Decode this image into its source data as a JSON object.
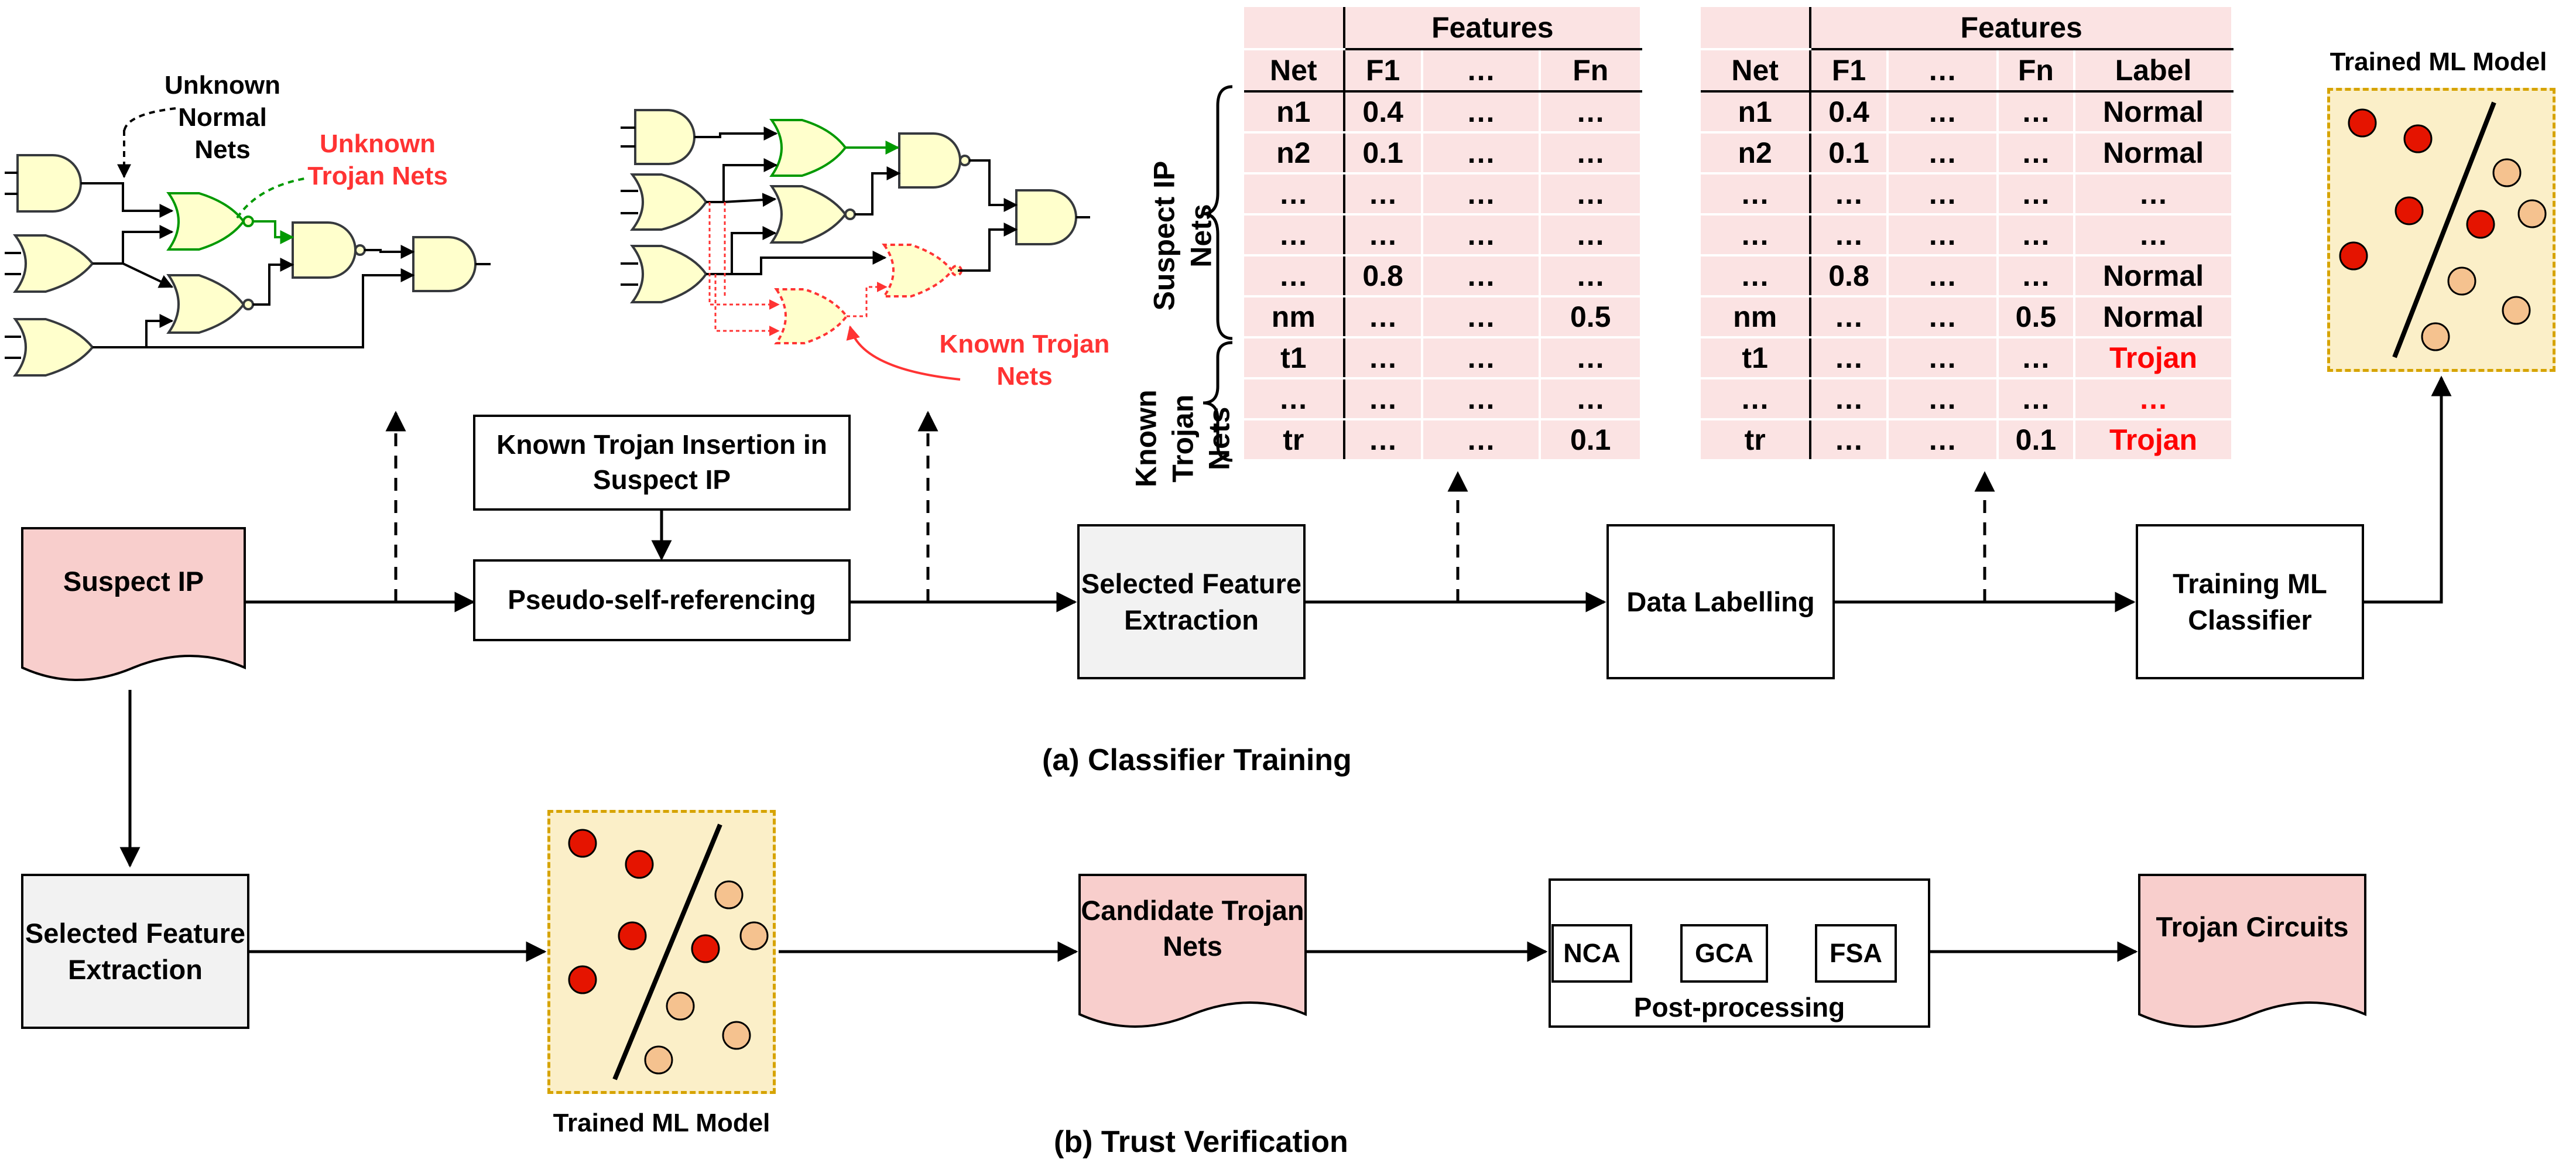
{
  "sections": {
    "training_caption": "(a) Classifier Training",
    "verification_caption": "(b) Trust Verification"
  },
  "nodes": {
    "suspect_ip": "Suspect IP",
    "known_trojan_insertion": "Known Trojan Insertion in Suspect IP",
    "pseudo_self_referencing": "Pseudo-self-referencing",
    "selected_feature_extraction_a": "Selected Feature Extraction",
    "data_labelling": "Data Labelling",
    "training_ml_classifier": "Training ML Classifier",
    "selected_feature_extraction_b": "Selected Feature Extraction",
    "candidate_trojan_nets": "Candidate Trojan Nets",
    "trojan_circuits": "Trojan Circuits",
    "post_processing": {
      "label": "Post-processing",
      "steps": [
        "NCA",
        "GCA",
        "FSA"
      ]
    }
  },
  "models": {
    "top_label": "Trained ML Model",
    "bottom_label": "Trained ML Model"
  },
  "circuit_annotations": {
    "unknown_normal_nets": "Unknown Normal Nets",
    "unknown_trojan_nets": "Unknown Trojan Nets",
    "known_trojan_nets": "Known Trojan Nets"
  },
  "feature_table": {
    "group_header": "Features",
    "columns": [
      "Net",
      "F1",
      "…",
      "Fn"
    ],
    "rows": [
      [
        "n1",
        "0.4",
        "…",
        "…"
      ],
      [
        "n2",
        "0.1",
        "…",
        "…"
      ],
      [
        "…",
        "…",
        "…",
        "…"
      ],
      [
        "…",
        "…",
        "…",
        "…"
      ],
      [
        "…",
        "0.8",
        "…",
        "…"
      ],
      [
        "nm",
        "…",
        "…",
        "0.5"
      ],
      [
        "t1",
        "…",
        "…",
        "…"
      ],
      [
        "…",
        "…",
        "…",
        "…"
      ],
      [
        "tr",
        "…",
        "…",
        "0.1"
      ]
    ],
    "brace_labels": [
      "Suspect IP Nets",
      "Known Trojan Nets"
    ]
  },
  "labeled_table": {
    "group_header": "Features",
    "columns": [
      "Net",
      "F1",
      "…",
      "Fn",
      "Label"
    ],
    "rows": [
      [
        "n1",
        "0.4",
        "…",
        "…",
        "Normal"
      ],
      [
        "n2",
        "0.1",
        "…",
        "…",
        "Normal"
      ],
      [
        "…",
        "…",
        "…",
        "…",
        "…"
      ],
      [
        "…",
        "…",
        "…",
        "…",
        "…"
      ],
      [
        "…",
        "0.8",
        "…",
        "…",
        "Normal"
      ],
      [
        "nm",
        "…",
        "…",
        "0.5",
        "Normal"
      ],
      [
        "t1",
        "…",
        "…",
        "…",
        "Trojan"
      ],
      [
        "…",
        "…",
        "…",
        "…",
        "…"
      ],
      [
        "tr",
        "…",
        "…",
        "0.1",
        "Trojan"
      ]
    ]
  },
  "colors": {
    "document_fill": "#f8cecc",
    "table_fill": "#fbe3e3",
    "gate_fill": "#ffffcc",
    "gate_stroke": "#36393d",
    "trojan_red": "#ff3333",
    "normal_green": "#009900",
    "model_fill": "#fbefc8",
    "model_border": "#d6a300",
    "dot_red": "#e51400",
    "dot_orange": "#f5c28f",
    "process_gray": "#f2f2f2"
  }
}
